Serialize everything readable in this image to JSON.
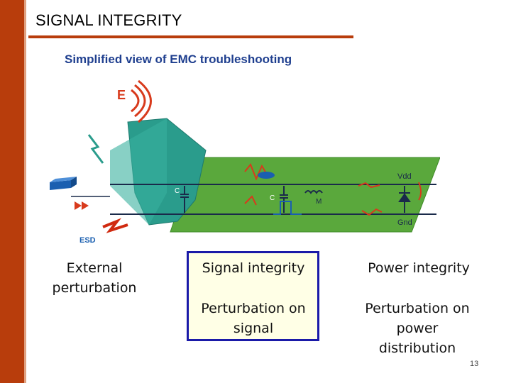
{
  "slide": {
    "title": "SIGNAL INTEGRITY",
    "subtitle": "Simplified view of EMC troubleshooting",
    "page_number": "13"
  },
  "diagram": {
    "labels": {
      "e_field": "E",
      "esd": "ESD",
      "vdd": "Vdd",
      "gnd": "Gnd",
      "c": "C",
      "c2": "C",
      "m": "M"
    },
    "colors": {
      "board_green": "#5aa83c",
      "chip_teal": "#2a9c8c",
      "wave_red": "#d83a1c",
      "esd_red": "#d02a10",
      "device_blue": "#1a5fb0"
    }
  },
  "columns": [
    {
      "key": "external",
      "label": "External perturbation"
    },
    {
      "key": "signal_integrity",
      "label": "Signal integrity",
      "sub_label": "Perturbation on signal"
    },
    {
      "key": "power_integrity",
      "label": "Power integrity",
      "sub_label": "Perturbation on power distribution"
    }
  ]
}
